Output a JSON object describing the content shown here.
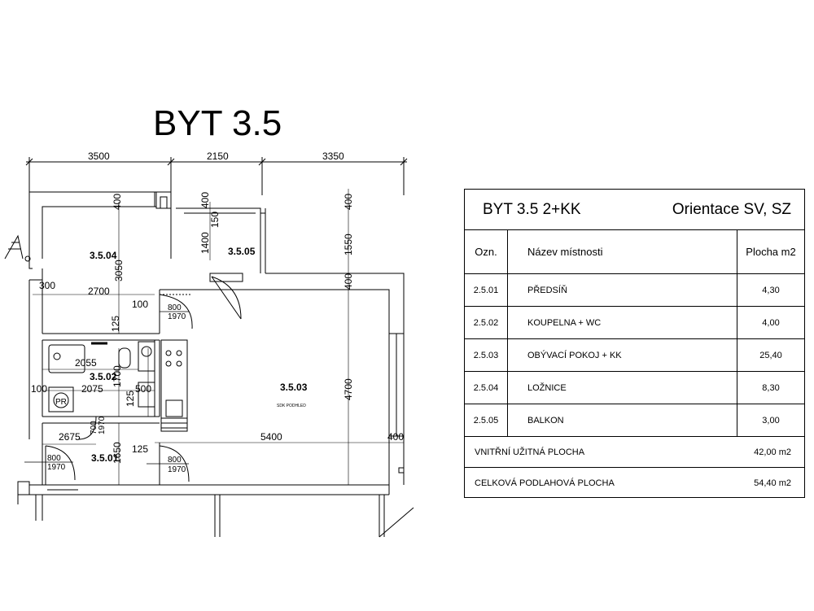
{
  "plan": {
    "title": "BYT 3.5",
    "dims": {
      "top_1": "3500",
      "top_2": "2150",
      "top_3": "3350",
      "d400_a": "400",
      "d400_b": "400",
      "d400_c": "400",
      "d400_d": "400",
      "d400_e": "400",
      "d150": "150",
      "d1400": "1400",
      "d1550": "1550",
      "d3050": "3050",
      "d300": "300",
      "d2700": "2700",
      "d100_a": "100",
      "d100_b": "100",
      "d125_a": "125",
      "d125_b": "125",
      "d125_c": "125",
      "d2055": "2055",
      "d2075": "2075",
      "d1700": "1700",
      "d500": "500",
      "d4700": "4700",
      "d5400": "5400",
      "d2675": "2675",
      "d1650": "1650",
      "door_w_a": "800",
      "door_h_a": "1970",
      "door_w_b": "700",
      "door_h_b": "1970",
      "door_w_c": "800",
      "door_h_c": "1970",
      "door_w_d": "800",
      "door_h_d": "1970"
    },
    "rooms": {
      "r504": "3.5.04",
      "r505": "3.5.05",
      "r503": "3.5.03",
      "r502": "3.5.02",
      "r501": "3.5.01"
    },
    "note_sdk": "SDK PODHLED",
    "pr_label": "PR"
  },
  "table": {
    "title": "BYT 3.5  2+KK",
    "orientation": "Orientace SV, SZ",
    "headers": {
      "ozn": "Ozn.",
      "name": "Název místnosti",
      "area": "Plocha m2"
    },
    "rows": [
      {
        "ozn": "2.5.01",
        "name": "PŘEDSÍŇ",
        "area": "4,30"
      },
      {
        "ozn": "2.5.02",
        "name": "KOUPELNA + WC",
        "area": "4,00"
      },
      {
        "ozn": "2.5.03",
        "name": "OBÝVACÍ POKOJ + KK",
        "area": "25,40"
      },
      {
        "ozn": "2.5.04",
        "name": "LOŽNICE",
        "area": "8,30"
      },
      {
        "ozn": "2.5.05",
        "name": "BALKON",
        "area": "3,00"
      }
    ],
    "summary": [
      {
        "label": "VNITŘNÍ UŽITNÁ PLOCHA",
        "value": "42,00 m2"
      },
      {
        "label": "CELKOVÁ PODLAHOVÁ PLOCHA",
        "value": "54,40 m2"
      }
    ]
  }
}
